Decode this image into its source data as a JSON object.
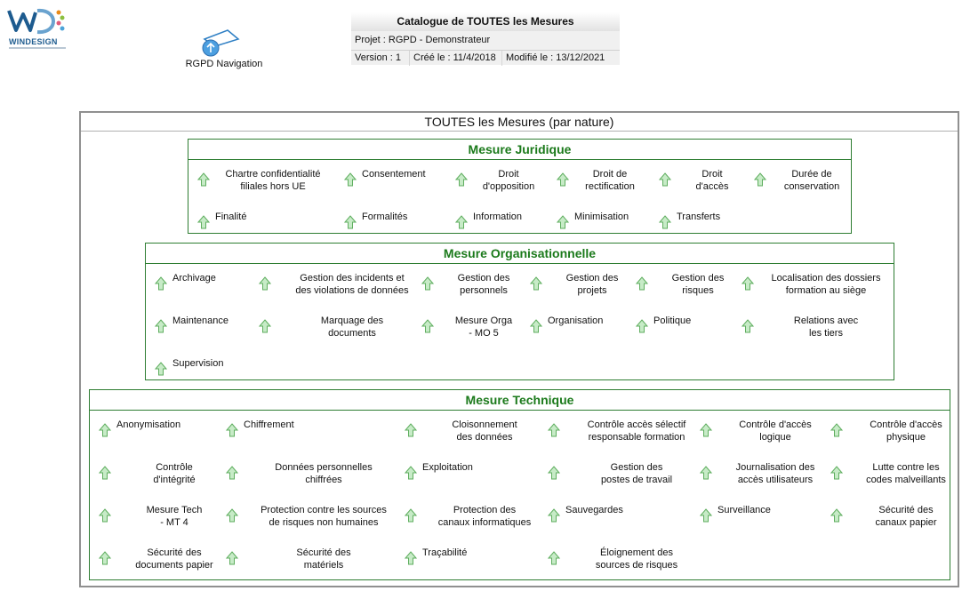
{
  "logo": {
    "text": "WINDESIGN"
  },
  "navigation": {
    "label": "RGPD Navigation"
  },
  "header": {
    "title": "Catalogue de TOUTES les Mesures",
    "project": "Projet : RGPD - Demonstrateur",
    "version": "Version : 1",
    "created": "Créé le : 11/4/2018",
    "modified": "Modifié le : 13/12/2021"
  },
  "frame": {
    "title": "TOUTES les Mesures (par nature)"
  },
  "groups": {
    "juridique": {
      "title": "Mesure Juridique",
      "items": [
        [
          "Chartre confidentialité",
          "filiales hors UE"
        ],
        [
          "Consentement"
        ],
        [
          "Droit",
          "d'opposition"
        ],
        [
          "Droit de",
          "rectification"
        ],
        [
          "Droit",
          "d'accès"
        ],
        [
          "Durée de",
          "conservation"
        ],
        [
          "Finalité"
        ],
        [
          "Formalités"
        ],
        [
          "Information"
        ],
        [
          "Minimisation"
        ],
        [
          "Transferts"
        ]
      ]
    },
    "organisationnelle": {
      "title": "Mesure Organisationnelle",
      "items": [
        [
          "Archivage"
        ],
        [
          "Gestion des incidents et",
          "des violations de données"
        ],
        [
          "Gestion des",
          "personnels"
        ],
        [
          "Gestion des",
          "projets"
        ],
        [
          "Gestion des",
          "risques"
        ],
        [
          "Localisation des dossiers",
          "formation au siège"
        ],
        [
          "Maintenance"
        ],
        [
          "Marquage des",
          "documents"
        ],
        [
          "Mesure Orga",
          "- MO 5"
        ],
        [
          "Organisation"
        ],
        [
          "Politique"
        ],
        [
          "Relations avec",
          "les tiers"
        ],
        [
          "Supervision"
        ]
      ]
    },
    "technique": {
      "title": "Mesure Technique",
      "items": [
        [
          "Anonymisation"
        ],
        [
          "Chiffrement"
        ],
        [
          "Cloisonnement",
          "des données"
        ],
        [
          "Contrôle accès sélectif",
          "responsable formation"
        ],
        [
          "Contrôle d'accès",
          "logique"
        ],
        [
          "Contrôle d'accès",
          "physique"
        ],
        [
          "Contrôle",
          "d'intégrité"
        ],
        [
          "Données personnelles",
          "chiffrées"
        ],
        [
          "Exploitation"
        ],
        [
          "Gestion des",
          "postes de travail"
        ],
        [
          "Journalisation des",
          "accès utilisateurs"
        ],
        [
          "Lutte contre les",
          "codes malveillants"
        ],
        [
          "Mesure Tech",
          "- MT 4"
        ],
        [
          "Protection contre les sources",
          "de risques non humaines"
        ],
        [
          "Protection des",
          "canaux informatiques"
        ],
        [
          "Sauvegardes"
        ],
        [
          "Surveillance"
        ],
        [
          "Sécurité des",
          "canaux papier"
        ],
        [
          "Sécurité des",
          "documents papier"
        ],
        [
          "Sécurité des",
          "matériels"
        ],
        [
          "Traçabilité"
        ],
        [
          "Éloignement des",
          "sources de risques"
        ]
      ]
    }
  }
}
